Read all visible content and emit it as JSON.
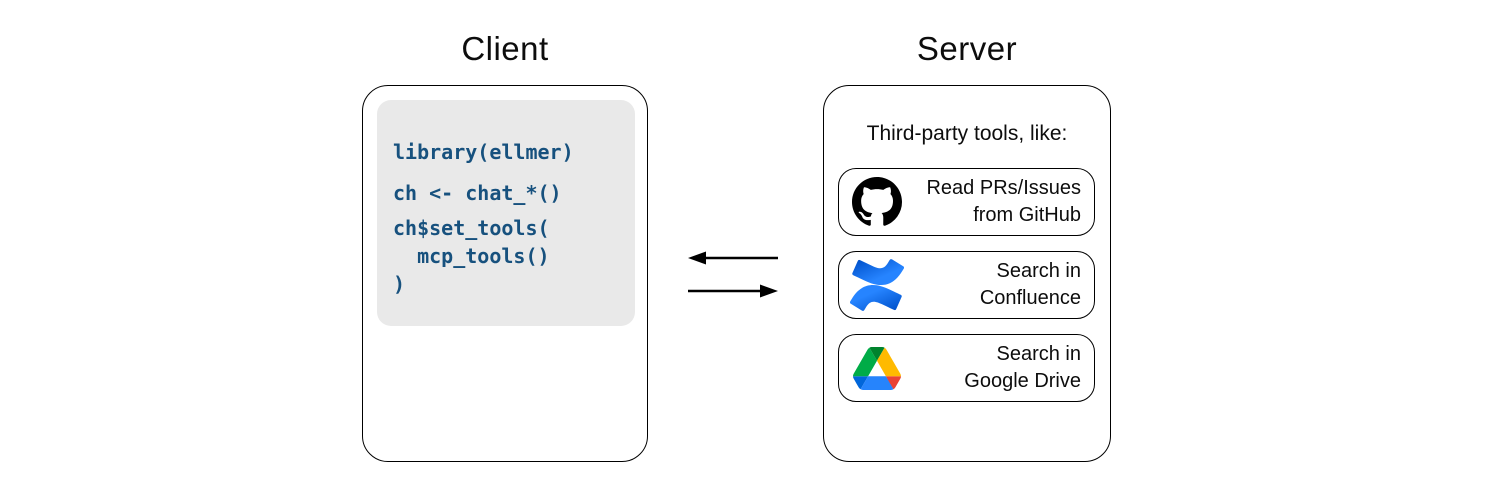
{
  "diagram": {
    "client": {
      "title": "Client",
      "code_lines": [
        "library(ellmer)",
        "ch <- chat_*()",
        "ch$set_tools(",
        "  mcp_tools()",
        ")"
      ]
    },
    "arrows": {
      "top": "server-to-client",
      "bottom": "client-to-server"
    },
    "server": {
      "title": "Server",
      "subtitle": "Third-party tools, like:",
      "tools": [
        {
          "icon": "github-icon",
          "line1": "Read PRs/Issues",
          "line2": "from GitHub"
        },
        {
          "icon": "confluence-icon",
          "line1": "Search in",
          "line2": "Confluence"
        },
        {
          "icon": "google-drive-icon",
          "line1": "Search in",
          "line2": "Google Drive"
        }
      ]
    },
    "colors": {
      "code_text": "#17517e",
      "code_background": "#e9e9e9",
      "box_border": "#000000",
      "github_black": "#000000",
      "confluence_blue": "#2684ff",
      "confluence_dark_blue": "#0052cc",
      "drive_dark_green": "#00832d",
      "drive_green": "#00ac47",
      "drive_yellow": "#ffba00",
      "drive_blue": "#2684fc",
      "drive_dark_blue": "#0066da",
      "drive_red": "#ea4335"
    }
  }
}
